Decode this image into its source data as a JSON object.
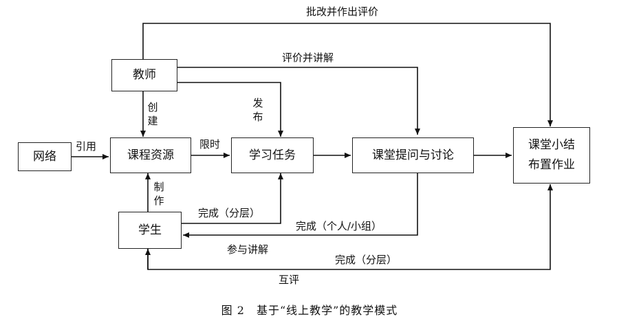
{
  "nodes": {
    "teacher": "教师",
    "network": "网络",
    "resources": "课程资源",
    "tasks": "学习任务",
    "discussion": "课堂提问与讨论",
    "summary_line1": "课堂小结",
    "summary_line2": "布置作业",
    "student": "学生"
  },
  "edges": {
    "correct_and_evaluate": "批改并作出评价",
    "evaluate_and_explain": "评价并讲解",
    "publish": "发布",
    "create": "创建",
    "cite": "引用",
    "time_limit": "限时",
    "produce": "制作",
    "complete_layered_1": "完成（分层）",
    "complete_individual_group": "完成（个人/小组）",
    "participate_explain": "参与讲解",
    "complete_layered_2": "完成（分层）",
    "peer_review": "互评"
  },
  "caption": "图 2　基于“线上教学”的教学模式"
}
